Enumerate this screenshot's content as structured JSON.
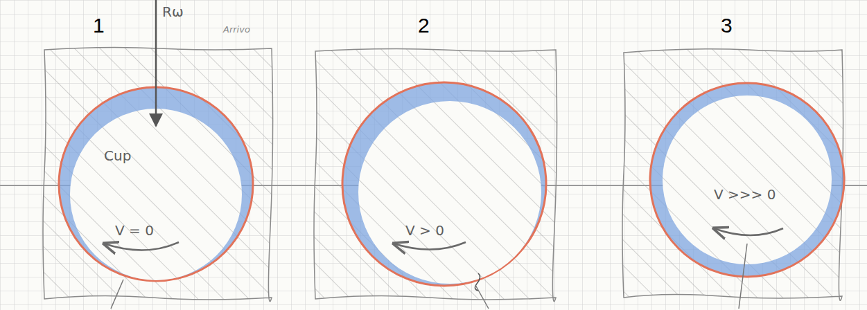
{
  "diagram": {
    "labels": [
      "1",
      "2",
      "3",
      "Rω",
      "Arrivo",
      "Cup",
      "V = 0",
      "V > 0",
      "V >>> 0"
    ]
  }
}
